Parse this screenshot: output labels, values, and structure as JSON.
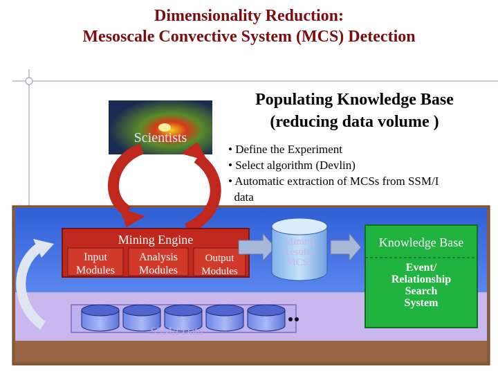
{
  "title": {
    "line1": "Dimensionality Reduction:",
    "line2": "Mesoscale Convective System (MCS) Detection"
  },
  "knowledge_base_header": {
    "line1": "Populating Knowledge Base",
    "line2": "(reducing data volume )"
  },
  "bullets": [
    "• Define the Experiment",
    "• Select algorithm (Devlin)",
    "• Automatic extraction of MCSs from SSM/I",
    "  data"
  ],
  "scientists_label": "Scientists",
  "mining_engine": {
    "label": "Mining Engine",
    "input_modules": "Input Modules",
    "analysis_modules": "Analysis Modules",
    "output_modules": "Output Modules"
  },
  "mining_results": {
    "line1": "Mining",
    "line2": "Results:",
    "line3": "MCSs"
  },
  "knowledge_base_box": {
    "title": "Knowledge Base",
    "system_line1": "Event/",
    "system_line2": "Relationship",
    "system_line3": "Search",
    "system_line4": "System"
  },
  "ssmi_label": "SSM/I Data",
  "colors": {
    "title": "#7a0d10",
    "panel_blue": "#3a6ee0",
    "panel_brown": "#8a5a3a",
    "mining_red": "#c0281e",
    "kb_green": "#21b33f",
    "cylinder_blue": "#4a5fc9"
  }
}
